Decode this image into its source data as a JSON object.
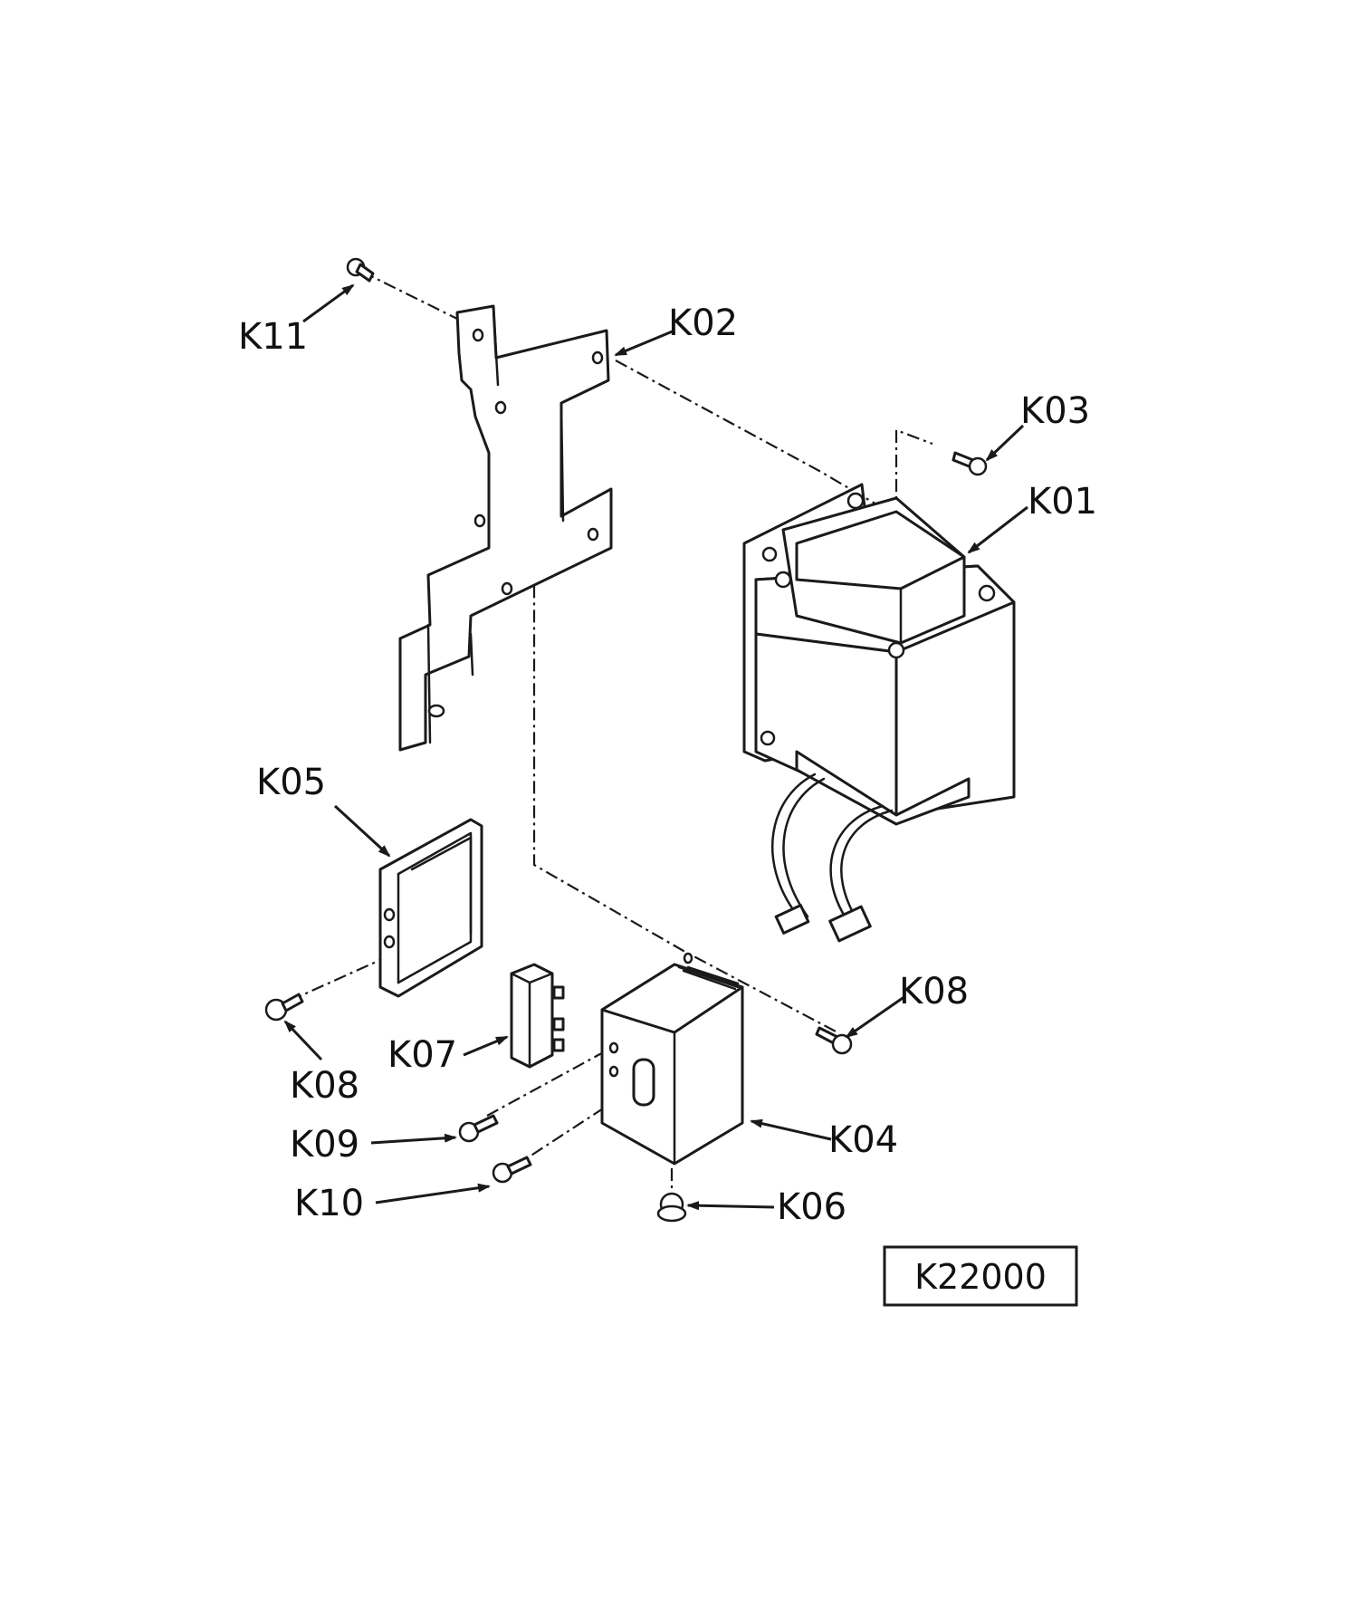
{
  "labels": {
    "k01": "K01",
    "k02": "K02",
    "k03": "K03",
    "k04": "K04",
    "k05": "K05",
    "k06": "K06",
    "k07": "K07",
    "k08_right": "K08",
    "k08_left": "K08",
    "k09": "K09",
    "k10": "K10",
    "k11": "K11"
  },
  "reference_box": "K22000",
  "colors": {
    "ink": "#1a1a1a",
    "background": "#ffffff"
  }
}
